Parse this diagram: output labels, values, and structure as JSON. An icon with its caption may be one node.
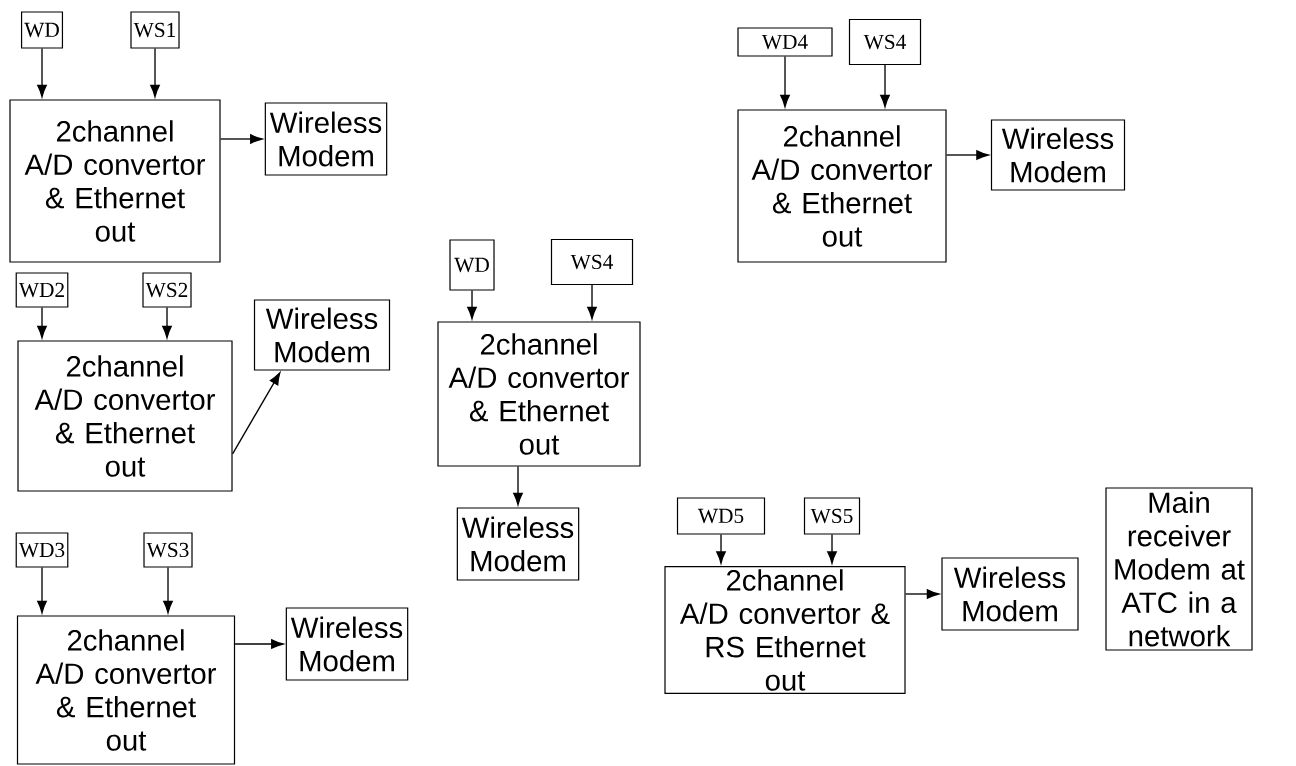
{
  "diagram": {
    "nodes": [
      {
        "text": [
          "WD"
        ]
      },
      {
        "text": [
          "WS1"
        ]
      },
      {
        "text": [
          "2channel A/D convertor & Ethernet out"
        ]
      },
      {
        "text": [
          "Wireless Modem"
        ]
      },
      {
        "text": [
          "WD2"
        ]
      },
      {
        "text": [
          "WS2"
        ]
      },
      {
        "text": [
          "2channel A/D convertor & Ethernet out"
        ]
      },
      {
        "text": [
          "Wireless Modem"
        ]
      },
      {
        "text": [
          "WD3"
        ]
      },
      {
        "text": [
          "WS3"
        ]
      },
      {
        "text": [
          "2channel A/D convertor & Ethernet out"
        ]
      },
      {
        "text": [
          "Wireless Modem"
        ]
      },
      {
        "text": [
          "WD"
        ]
      },
      {
        "text": [
          "WS4"
        ]
      },
      {
        "text": [
          "2channel A/D convertor & Ethernet out"
        ]
      },
      {
        "text": [
          "Wireless Modem"
        ]
      },
      {
        "text": [
          "WD4"
        ]
      },
      {
        "text": [
          "WS4"
        ]
      },
      {
        "text": [
          "2channel A/D convertor & Ethernet out"
        ]
      },
      {
        "text": [
          "Wireless Modem"
        ]
      },
      {
        "text": [
          "WD5"
        ]
      },
      {
        "text": [
          "WS5"
        ]
      },
      {
        "text": [
          "2channel A/D convertor & RS Ethernet out"
        ]
      },
      {
        "text": [
          "Wireless Modem"
        ]
      },
      {
        "text": [
          "Main receiver Modem at ATC in a network"
        ]
      }
    ],
    "edges": [
      {
        "from": 0,
        "to": 2,
        "arrow": "to"
      },
      {
        "from": 1,
        "to": 2,
        "arrow": "to"
      },
      {
        "from": 2,
        "to": 3,
        "arrow": "to"
      },
      {
        "from": 4,
        "to": 6,
        "arrow": "to"
      },
      {
        "from": 5,
        "to": 6,
        "arrow": "to"
      },
      {
        "from": 6,
        "to": 7,
        "arrow": "to"
      },
      {
        "from": 8,
        "to": 10,
        "arrow": "to"
      },
      {
        "from": 9,
        "to": 10,
        "arrow": "to"
      },
      {
        "from": 10,
        "to": 11,
        "arrow": "to"
      },
      {
        "from": 12,
        "to": 14,
        "arrow": "to"
      },
      {
        "from": 13,
        "to": 14,
        "arrow": "to"
      },
      {
        "from": 14,
        "to": 15,
        "arrow": "to"
      },
      {
        "from": 16,
        "to": 18,
        "arrow": "to"
      },
      {
        "from": 17,
        "to": 18,
        "arrow": "to"
      },
      {
        "from": 18,
        "to": 19,
        "arrow": "to"
      },
      {
        "from": 20,
        "to": 22,
        "arrow": "to"
      },
      {
        "from": 21,
        "to": 22,
        "arrow": "to"
      },
      {
        "from": 22,
        "to": 23,
        "arrow": "to"
      }
    ]
  }
}
